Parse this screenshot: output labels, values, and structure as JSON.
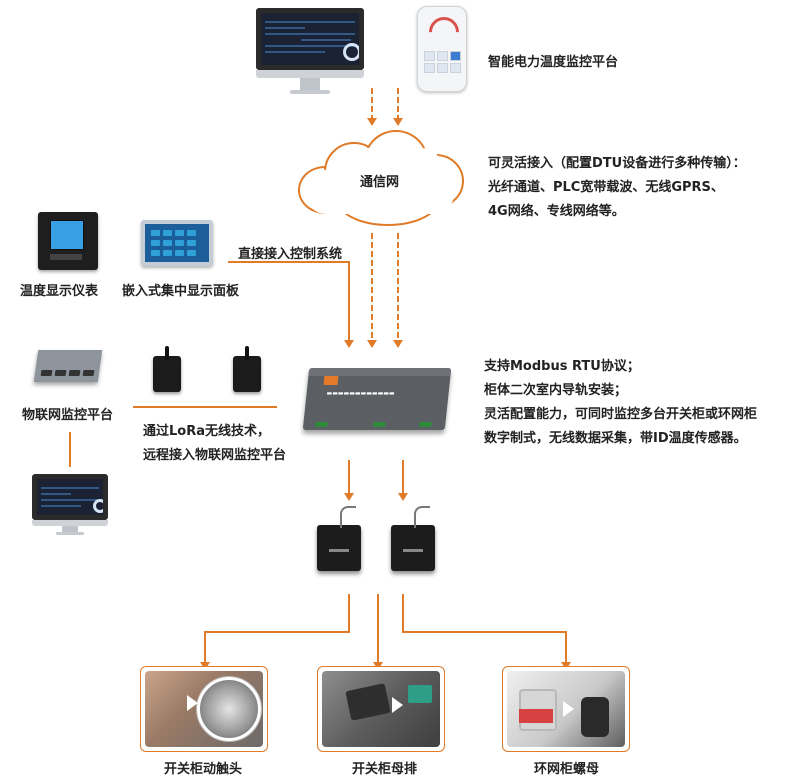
{
  "labels": {
    "platform": "智能电力温度监控平台",
    "cloud": "通信网",
    "access_line1": "可灵活接入（配置DTU设备进行多种传输）：",
    "access_line2": "光纤通道、PLC宽带载波、无线GPRS、",
    "access_line3": "4G网络、专线网络等。",
    "direct_access": "直接接入控制系统",
    "temp_meter": "温度显示仪表",
    "embedded_panel": "嵌入式集中显示面板",
    "iot_platform": "物联网监控平台",
    "lora_line1": "通过LoRa无线技术，",
    "lora_line2": "远程接入物联网监控平台",
    "feature_line1": "支持Modbus RTU协议；",
    "feature_line2": "柜体二次室内导轨安装；",
    "feature_line3": "灵活配置能力，可同时监控多台开关柜或环网柜",
    "feature_line4": "数字制式，无线数据采集，带ID温度传感器。",
    "site1": "开关柜动触头",
    "site2": "开关柜母排",
    "site3": "环网柜螺母"
  },
  "colors": {
    "accent": "#e07b2a",
    "text": "#222222",
    "screen": "#1a2233"
  },
  "icons": {
    "monitor": "desktop-monitor-icon",
    "phone": "smartphone-icon",
    "cloud": "cloud-icon"
  }
}
